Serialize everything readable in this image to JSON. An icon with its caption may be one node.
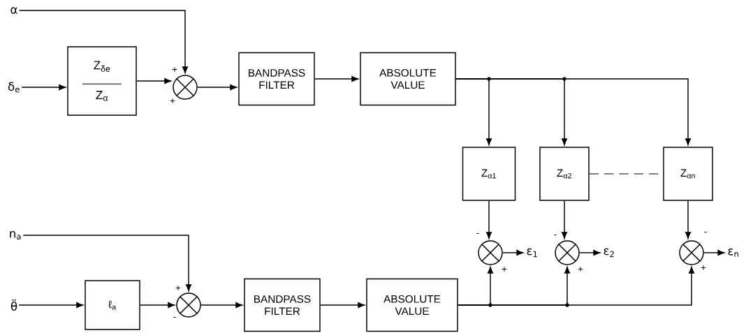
{
  "diagram": {
    "nodes": [
      {
        "text": [
          "α"
        ]
      },
      {
        "text": [
          "δ$_{e}$"
        ]
      },
      {
        "text": [
          "Z$_{δe}$",
          "Z$_{α}$"
        ]
      },
      {
        "text": [],
        "shape": "circle"
      },
      {
        "text": [
          "BANDPASS FILTER"
        ]
      },
      {
        "text": [
          "ABSOLUTE VALUE"
        ]
      },
      {
        "text": [
          "Z$_{α1}$"
        ]
      },
      {
        "text": [
          "Z$_{α2}$"
        ]
      },
      {
        "text": [
          "Z$_{αn}$"
        ]
      },
      {
        "text": [
          "n$_{a}$"
        ]
      },
      {
        "text": [
          "θ̈"
        ]
      },
      {
        "text": [
          "ℓ$_{a}$"
        ]
      },
      {
        "text": [],
        "shape": "circle"
      },
      {
        "text": [
          "BANDPASS FILTER"
        ]
      },
      {
        "text": [
          "ABSOLUTE VALUE"
        ]
      },
      {
        "text": [],
        "shape": "circle"
      },
      {
        "text": [],
        "shape": "circle"
      },
      {
        "text": [],
        "shape": "circle"
      },
      {
        "text": [
          "ε$_{1}$"
        ]
      },
      {
        "text": [
          "ε$_{2}$"
        ]
      },
      {
        "text": [
          "ε$_{n}$"
        ]
      }
    ],
    "edges": [
      {
        "from": 0,
        "to": 3,
        "arrow": "to"
      },
      {
        "from": 1,
        "to": 2,
        "arrow": "to"
      },
      {
        "from": 2,
        "to": 3,
        "arrow": "to"
      },
      {
        "from": 3,
        "to": 4,
        "arrow": "to"
      },
      {
        "from": 4,
        "to": 5,
        "arrow": "to"
      },
      {
        "from": 5,
        "to": 6,
        "arrow": "to"
      },
      {
        "from": 5,
        "to": 7,
        "arrow": "to"
      },
      {
        "from": 5,
        "to": 8,
        "arrow": "to"
      },
      {
        "from": 7,
        "to": 8,
        "arrow": "none",
        "style": "dashed"
      },
      {
        "from": 9,
        "to": 12,
        "arrow": "to"
      },
      {
        "from": 10,
        "to": 11,
        "arrow": "to"
      },
      {
        "from": 11,
        "to": 12,
        "arrow": "to"
      },
      {
        "from": 12,
        "to": 13,
        "arrow": "to"
      },
      {
        "from": 13,
        "to": 14,
        "arrow": "to"
      },
      {
        "from": 14,
        "to": 15,
        "arrow": "to"
      },
      {
        "from": 14,
        "to": 16,
        "arrow": "to"
      },
      {
        "from": 14,
        "to": 17,
        "arrow": "to"
      },
      {
        "from": 6,
        "to": 15,
        "arrow": "to"
      },
      {
        "from": 7,
        "to": 16,
        "arrow": "to"
      },
      {
        "from": 8,
        "to": 17,
        "arrow": "to"
      },
      {
        "from": 15,
        "to": 18,
        "arrow": "to"
      },
      {
        "from": 16,
        "to": 19,
        "arrow": "to"
      },
      {
        "from": 17,
        "to": 20,
        "arrow": "to"
      }
    ],
    "labels": [
      "+",
      "+",
      "+",
      "-",
      "-",
      "+",
      "-",
      "+",
      "-",
      "+"
    ]
  }
}
